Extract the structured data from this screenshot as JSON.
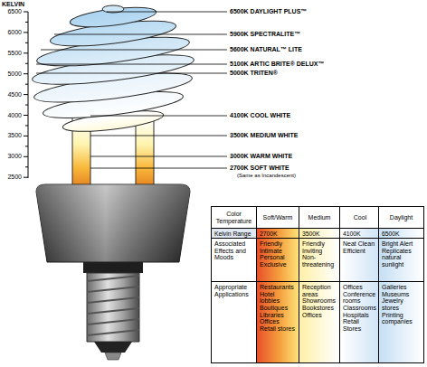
{
  "diagram": {
    "labels": [
      "KELVIN",
      "6500",
      "6000",
      "5500",
      "5000",
      "4500",
      "4000",
      "3500",
      "3000",
      "2500",
      "6500K DAYLIGHT PLUS™",
      "5900K SPECTRALITE™",
      "5600K NATURAL™ LITE",
      "5100K ARTIC BRITE® DELUX™",
      "5000K TRITEN®",
      "4100K COOL WHITE",
      "3500K MEDIUM WHITE",
      "3000K WARM WHITE",
      "2700K SOFT WHITE",
      "(Same as Incandescent)",
      "Color Temperature",
      "Soft/Warm",
      "Medium",
      "Cool",
      "Daylight",
      "Kelvin Range",
      "2700K",
      "3500K",
      "4100K",
      "6500K",
      "Associated Effects and Moods",
      "Friendly Intimate Personal Exclusive",
      "Friendly Inviting Non-threatening",
      "Neat Clean Efficient",
      "Bright Alert Replicates natural sunlight",
      "Appropriate Applications",
      "Restaurants Hotel lobbies Boutiques Libraries Offices Retail stores",
      "Reception areas Showrooms Bookstores Offices",
      "Offices Conference rooms Classrooms Hospitals Retail Stores",
      "Galleries Museums Jewelry stores Printing companies"
    ]
  }
}
